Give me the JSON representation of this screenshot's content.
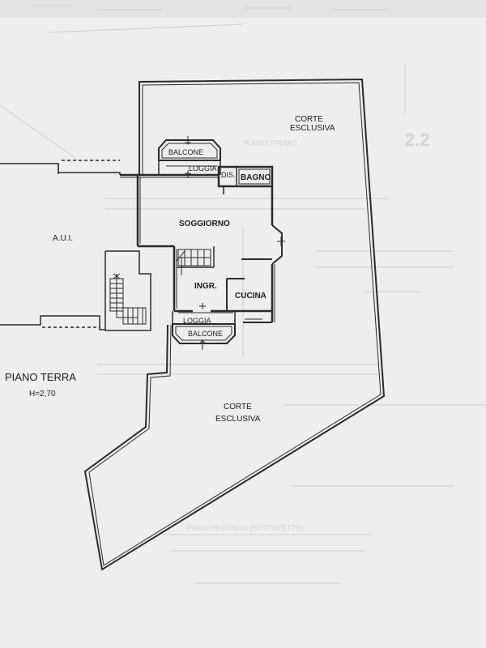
{
  "plan": {
    "title": "PIANO TERRA",
    "height_note": "H=2,70",
    "colors": {
      "paper": "#eeeeec",
      "line": "#2a2a2a",
      "ghost": "#cfcfcd"
    },
    "labels": {
      "corte_top_1": "CORTE",
      "corte_top_2": "ESCLUSIVA",
      "corte_bottom_1": "CORTE",
      "corte_bottom_2": "ESCLUSIVA",
      "balcone_top": "BALCONE",
      "loggia_top": "LOGGIA",
      "dis": "DIS.",
      "bagno": "BAGNO",
      "aui": "A.U.I.",
      "soggiorno": "SOGGIORNO",
      "ingr": "INGR.",
      "cucina": "CUCINA",
      "loggia_bottom": "LOGGIA",
      "balcone_bottom": "BALCONE"
    }
  }
}
